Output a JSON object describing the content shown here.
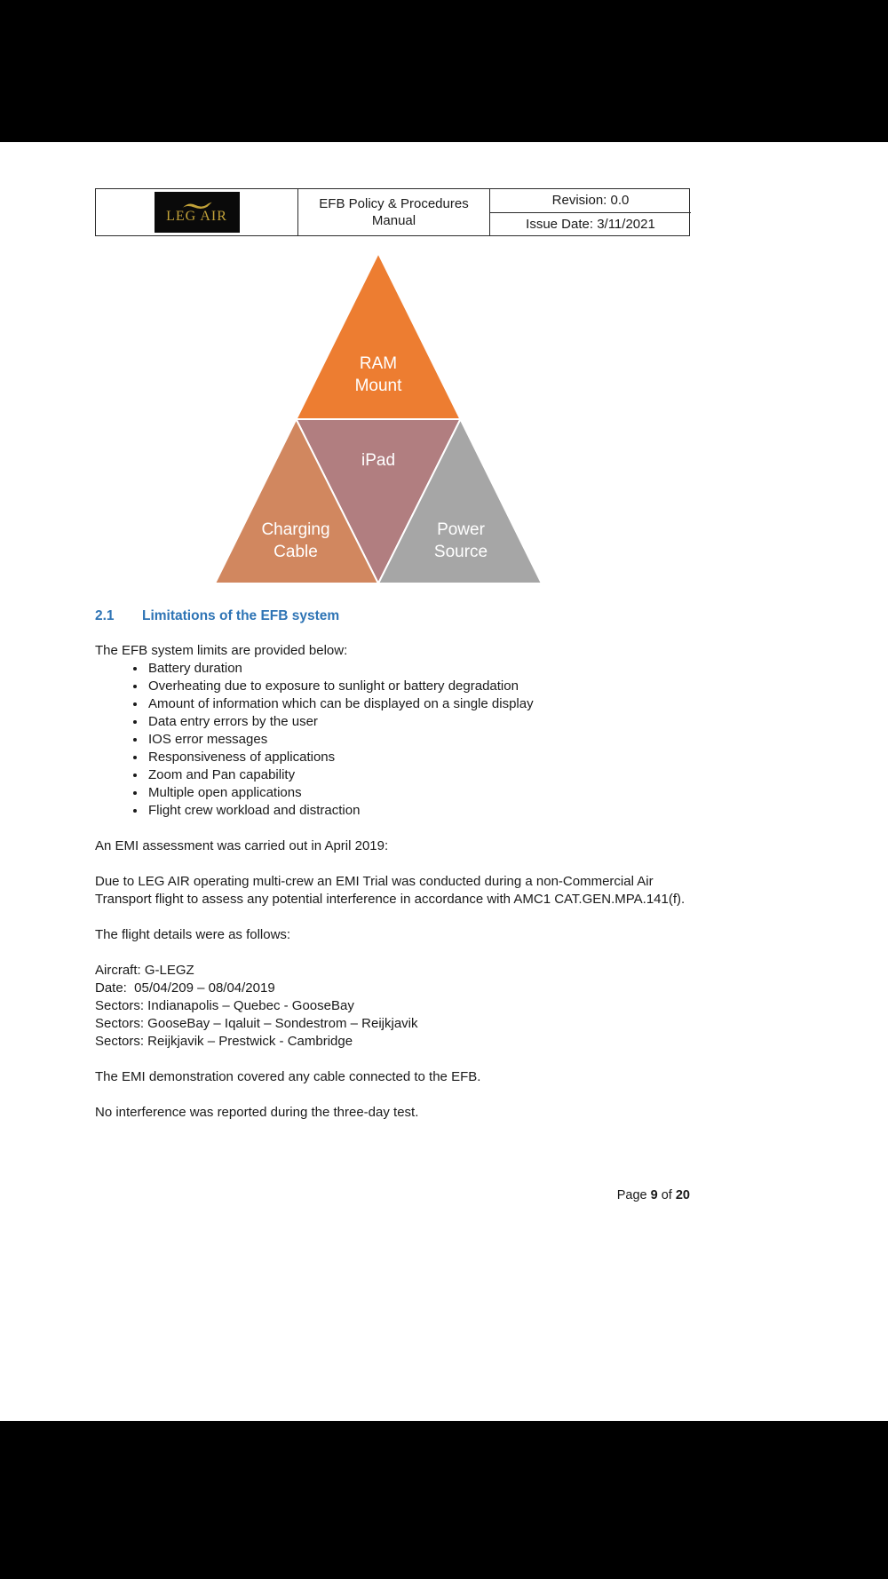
{
  "header": {
    "logo_text": "LEG AIR",
    "title_line1": "EFB Policy & Procedures",
    "title_line2": "Manual",
    "revision": "Revision: 0.0",
    "issue_date": "Issue Date: 3/11/2021"
  },
  "diagram": {
    "ram_line1": "RAM",
    "ram_line2": "Mount",
    "ipad_label": "iPad",
    "charging_line1": "Charging",
    "charging_line2": "Cable",
    "power_line1": "Power",
    "power_line2": "Source",
    "colors": {
      "ram": "#ED7D31",
      "ipad": "#B17E80",
      "charging": "#D1875F",
      "power": "#A6A6A6",
      "logo_gold": "#C2A239",
      "heading_blue": "#2E74B5"
    }
  },
  "section": {
    "number": "2.1",
    "title": "Limitations of the EFB system"
  },
  "content": {
    "intro": "The EFB system limits are provided below:",
    "bullets": [
      "Battery duration",
      "Overheating due to exposure to sunlight or battery degradation",
      "Amount of information which can be displayed on a single display",
      "Data entry errors by the user",
      "IOS error messages",
      "Responsiveness of applications",
      "Zoom and Pan capability",
      "Multiple open applications",
      "Flight crew workload and distraction"
    ],
    "emi_assessment": "An EMI assessment was carried out in April 2019:",
    "emi_detail": "Due to LEG AIR operating multi-crew an EMI Trial was conducted during a non-Commercial Air Transport flight to assess any potential interference in accordance with AMC1 CAT.GEN.MPA.141(f).",
    "flight_details_intro": "The flight details were as follows:",
    "flight_details": [
      "Aircraft: G-LEGZ",
      "Date:  05/04/209 – 08/04/2019",
      "Sectors: Indianapolis – Quebec - GooseBay",
      "Sectors: GooseBay – Iqaluit – Sondestrom – Reijkjavik",
      "Sectors: Reijkjavik – Prestwick - Cambridge"
    ],
    "emi_demo": "The EMI demonstration covered any cable connected to the EFB.",
    "no_interference": "No interference was reported during the three-day test."
  },
  "footer": {
    "page_prefix": "Page ",
    "page_number": "9",
    "of_text": " of ",
    "page_total": "20"
  }
}
